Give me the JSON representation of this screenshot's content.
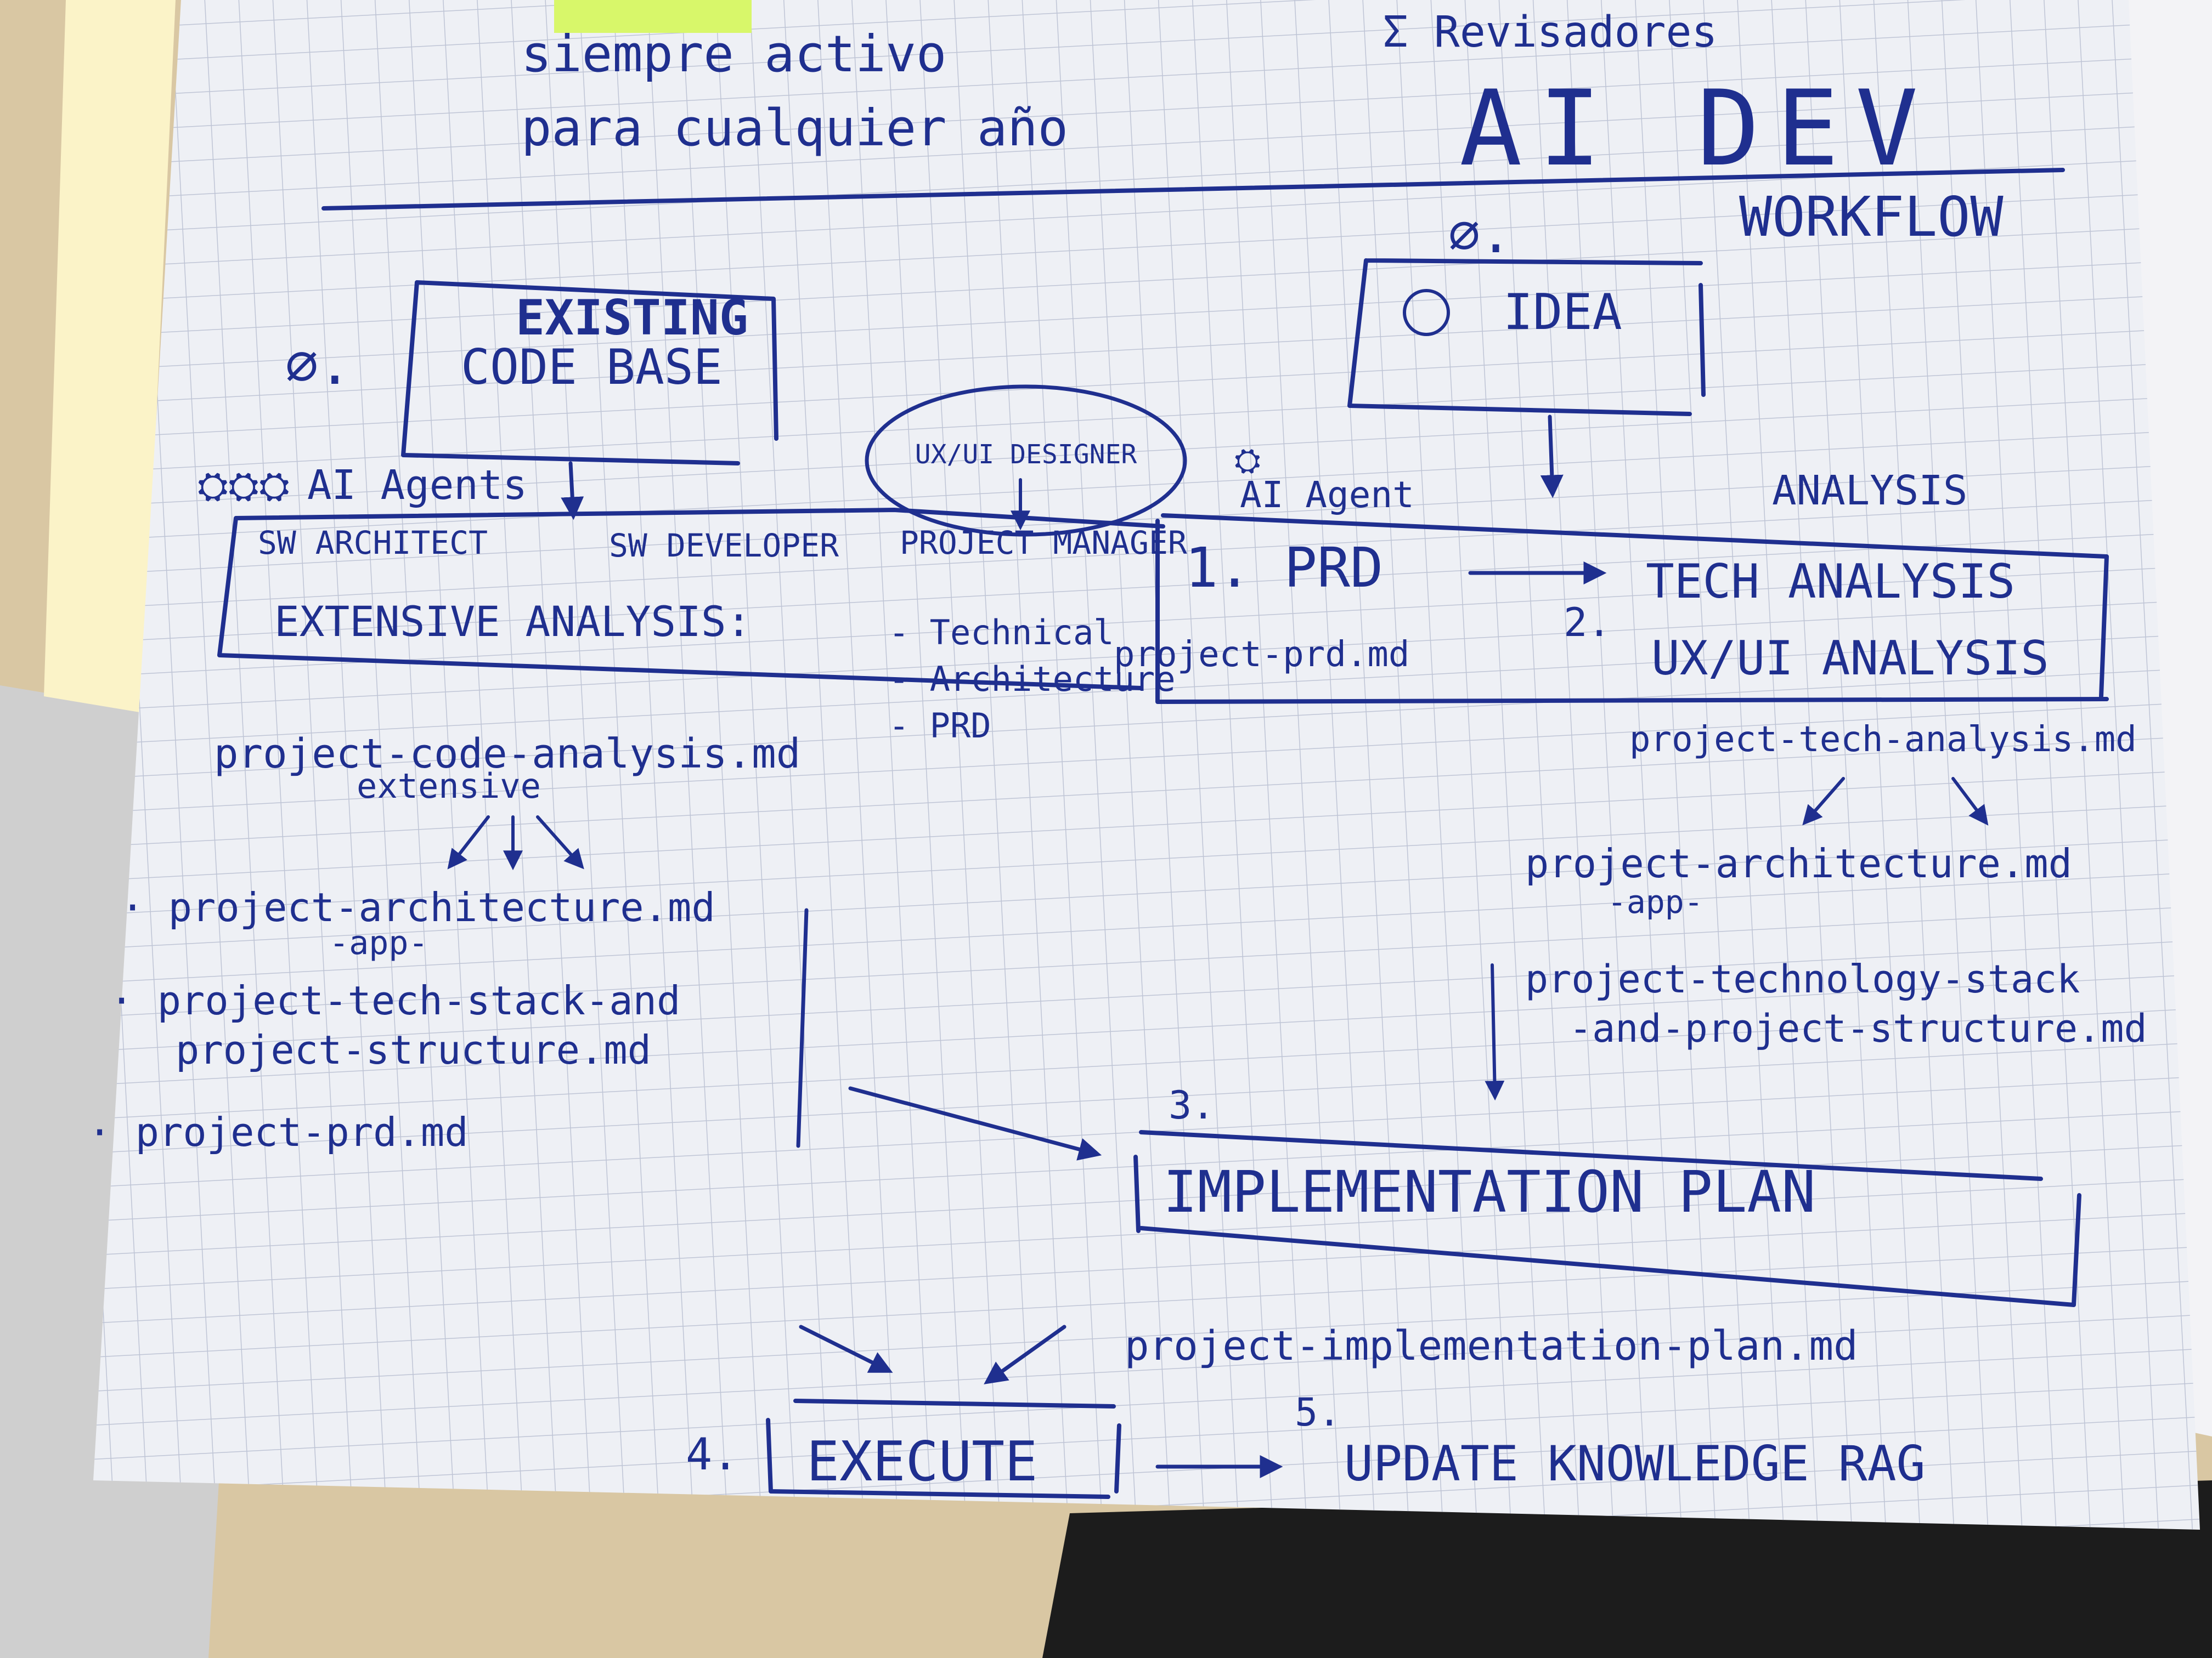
{
  "header": {
    "line1": "siempre activo",
    "line2": "para cualquier año",
    "top_right_note": "Σ Revisadores",
    "title": "AI DEV",
    "subtitle": "WORKFLOW"
  },
  "left_flow": {
    "step_number": "∅.",
    "box_label_line1": "EXISTING",
    "box_label_line2": "CODE BASE",
    "agents_label": "AI Agents",
    "roles": [
      "SW ARCHITECT",
      "SW DEVELOPER",
      "PROJECT MANAGER"
    ],
    "analysis_label": "EXTENSIVE ANALYSIS:",
    "analysis_items": [
      "- Technical",
      "- Architecture",
      "- PRD"
    ],
    "output_file": "project-code-analysis.md",
    "output_note": "extensive",
    "deliverables": [
      "· project-architecture.md",
      "-app-",
      "· project-tech-stack-and",
      "project-structure.md",
      "· project-prd.md"
    ]
  },
  "designer": {
    "label": "UX/UI DESIGNER"
  },
  "right_flow": {
    "step_number": "∅.",
    "idea_label": "IDEA",
    "agent_label": "AI Agent",
    "analysis_heading": "ANALYSIS",
    "prd_step": "1. PRD",
    "prd_file": "project-prd.md",
    "tech_step": "TECH ANALYSIS",
    "step_two_number": "2.",
    "ux_step": "UX/UI ANALYSIS",
    "tech_file": "project-tech-analysis.md",
    "architecture_file": "project-architecture.md",
    "architecture_note": "-app-",
    "stack_file_line1": "project-technology-stack",
    "stack_file_line2": "-and-project-structure.md"
  },
  "implementation": {
    "step_number": "3.",
    "label": "IMPLEMENTATION PLAN",
    "file": "project-implementation-plan.md"
  },
  "execute": {
    "step_number": "4.",
    "label": "EXECUTE"
  },
  "update": {
    "step_number": "5.",
    "label": "UPDATE KNOWLEDGE RAG"
  },
  "colors": {
    "ink": "#1f2f8f",
    "paper": "#eef0f5",
    "grid": "#b9bfd1",
    "sticky_note": "#d8f76a",
    "table": "#d9c7a3",
    "background_paper": "#fbf3c8",
    "floor": "#cfcfcf",
    "cloth": "#1c1c1c"
  }
}
